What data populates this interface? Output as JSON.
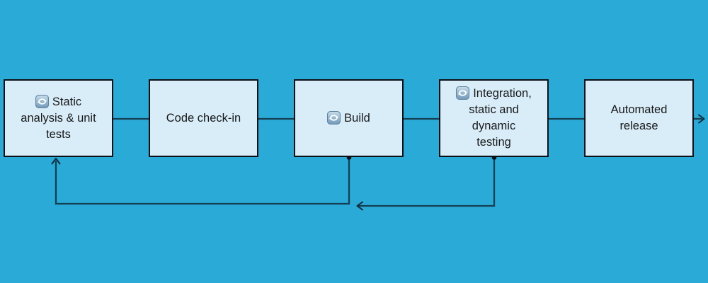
{
  "diagram": {
    "type": "flowchart",
    "background_color": "#29aad7",
    "node_fill_color": "#d9edf8",
    "node_border_color": "#0b1016",
    "connector_color": "#153f53",
    "nodes": [
      {
        "id": "static-analysis-unit-tests",
        "icon": "repeat-icon",
        "label": "Static analysis & unit tests",
        "lines": [
          "Static",
          "analysis & unit",
          "tests"
        ]
      },
      {
        "id": "code-check-in",
        "icon": null,
        "label": "Code check-in",
        "lines": [
          "Code check-in"
        ]
      },
      {
        "id": "build",
        "icon": "repeat-icon",
        "label": "Build",
        "lines": [
          "Build"
        ]
      },
      {
        "id": "integration-static-dynamic-testing",
        "icon": "repeat-icon",
        "label": "Integration, static and dynamic testing",
        "lines": [
          "Integration,",
          "static and",
          "dynamic",
          "testing"
        ]
      },
      {
        "id": "automated-release",
        "icon": null,
        "label": "Automated release",
        "lines": [
          "Automated",
          "release"
        ]
      }
    ],
    "connections": [
      {
        "from": "static-analysis-unit-tests",
        "to": "code-check-in",
        "arrowhead": false
      },
      {
        "from": "code-check-in",
        "to": "build",
        "arrowhead": false
      },
      {
        "from": "build",
        "to": "integration-static-dynamic-testing",
        "arrowhead": false
      },
      {
        "from": "integration-static-dynamic-testing",
        "to": "automated-release",
        "arrowhead": false
      },
      {
        "from": "automated-release",
        "to": "offscreen-right",
        "arrowhead": true
      },
      {
        "from": "build",
        "to": "static-analysis-unit-tests",
        "type": "feedback-loop",
        "arrowhead": true
      },
      {
        "from": "integration-static-dynamic-testing",
        "to": "build-feedback-line",
        "type": "feedback-loop",
        "arrowhead": true
      }
    ]
  }
}
